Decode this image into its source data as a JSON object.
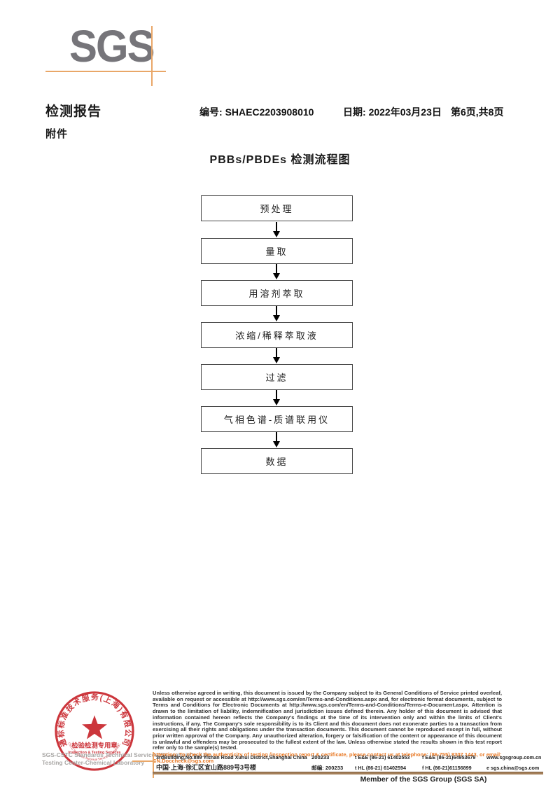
{
  "logo": {
    "text": "SGS"
  },
  "header": {
    "report_title": "检测报告",
    "report_no_label": "编号:",
    "report_no": "SHAEC2203908010",
    "date_label": "日期:",
    "date": "2022年03月23日",
    "page_info": "第6页,共8页",
    "attachment_label": "附件"
  },
  "flowchart": {
    "title": "PBBs/PBDEs 检测流程图",
    "steps": [
      {
        "label": "预处理"
      },
      {
        "label": "量取"
      },
      {
        "label": "用溶剂萃取"
      },
      {
        "label": "浓缩/稀释萃取液"
      },
      {
        "label": "过滤"
      },
      {
        "label": "气相色谱-质谱联用仪"
      },
      {
        "label": "数据"
      }
    ]
  },
  "stamp": {
    "ring_text": "通标标准技术服务(上海)有限公司",
    "center_line1": "检验检测专用章",
    "center_line2": "Inspection & Testing Services",
    "bottom_text": "SGS-CSTC Standards Technical Services(Shanghai)Co.,Ltd.",
    "color": "#c8252c"
  },
  "company": {
    "line1": "SGS-CSTC Standards Technical Services(Shanghai)Co.,Ltd.",
    "line2": "Testing Center-Chemical Laboratory"
  },
  "legal": {
    "body": "Unless otherwise agreed in writing, this document is issued by the Company subject to its General Conditions of Service printed overleaf, available on request or accessible at http://www.sgs.com/en/Terms-and-Conditions.aspx and, for electronic format documents, subject to Terms and Conditions for Electronic Documents at http://www.sgs.com/en/Terms-and-Conditions/Terms-e-Document.aspx. Attention is drawn to the limitation of liability, indemnification and jurisdiction issues defined therein. Any holder of this document is advised that information contained hereon reflects the Company's findings at the time of its intervention only and within the limits of Client's instructions, if any. The Company's sole responsibility is to its Client and this document does not exonerate parties to a transaction from exercising all their rights and obligations under the transaction documents. This document cannot be reproduced except in full, without prior written approval of the Company. Any unauthorized alteration, forgery or falsification of the content or appearance of this document is unlawful and offenders may be prosecuted to the fullest extent of the law. Unless otherwise stated the results shown in this test report refer only to the sample(s) tested.",
    "attention": "Attention: To check the authenticity of testing /inspection report & certificate, please contact us at telephone: (86-755) 8307 1443, or email: CN.Doccheck@sgs.com"
  },
  "address": {
    "row1": {
      "street_en": "3rdBuilding,No.889 Yishan Road Xuhui District,Shanghai China",
      "postcode": "200233",
      "tel": "t E&E (86-21) 61402553",
      "fax": "f E&E (86-21)64953679",
      "web": "www.sgsgroup.com.cn"
    },
    "row2": {
      "street_cn": "中国·上海·徐汇区宜山路889号3号楼",
      "postcode": "邮编: 200233",
      "tel": "t HL (86-21) 61402594",
      "fax": "f HL (86-21)61156899",
      "email": "e  sgs.china@sgs.com"
    }
  },
  "footer": {
    "member_text": "Member of the SGS Group (SGS SA)"
  },
  "colors": {
    "sgs_orange": "#e87722",
    "crosshair_tan": "#e9a768",
    "stamp_red": "#c8252c",
    "logo_gray": "#76757a",
    "footer_line_brown": "#a5805a"
  }
}
